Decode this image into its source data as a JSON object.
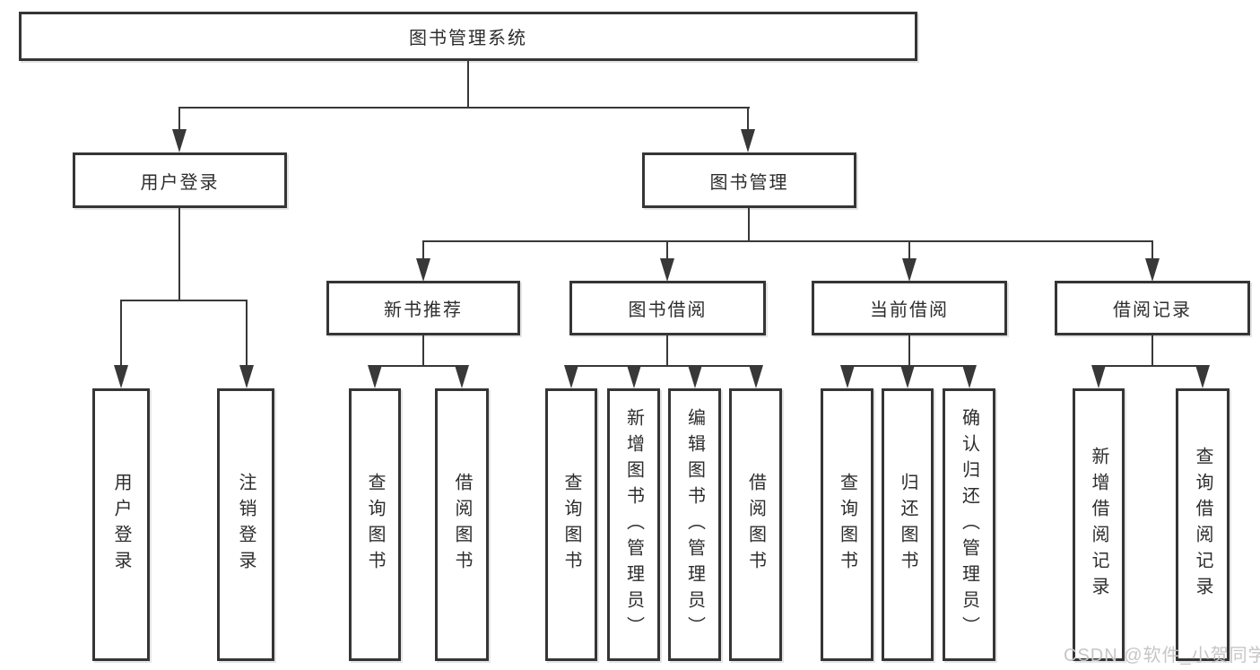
{
  "diagram": {
    "root": {
      "label": "图书管理系统"
    },
    "branches": [
      {
        "label": "用户登录",
        "children": [
          {
            "label": "用户登录"
          },
          {
            "label": "注销登录"
          }
        ]
      },
      {
        "label": "图书管理",
        "children": [
          {
            "label": "新书推荐",
            "children": [
              {
                "label": "查询图书"
              },
              {
                "label": "借阅图书"
              }
            ]
          },
          {
            "label": "图书借阅",
            "children": [
              {
                "label": "查询图书"
              },
              {
                "label": "新增图书（管理员）"
              },
              {
                "label": "编辑图书（管理员）"
              },
              {
                "label": "借阅图书"
              }
            ]
          },
          {
            "label": "当前借阅",
            "children": [
              {
                "label": "查询图书"
              },
              {
                "label": "归还图书"
              },
              {
                "label": "确认归还（管理员）"
              }
            ]
          },
          {
            "label": "借阅记录",
            "children": [
              {
                "label": "新增借阅记录"
              },
              {
                "label": "查询借阅记录"
              }
            ]
          }
        ]
      }
    ],
    "watermark": "CSDN @软件_小贺同学",
    "colors": {
      "line": "#383838",
      "border": "#353535",
      "box_bg": "#ffffff",
      "text": "#2d2d2d",
      "watermark": "#c6c6c6",
      "background": "#ffffff"
    }
  }
}
